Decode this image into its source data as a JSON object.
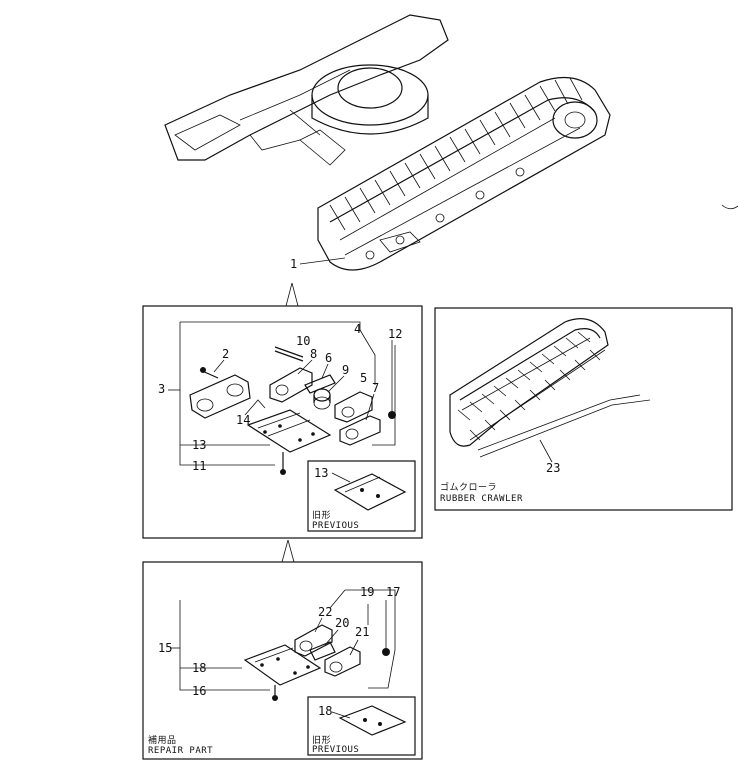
{
  "callouts": {
    "c1": "1",
    "c2": "2",
    "c3": "3",
    "c4": "4",
    "c5": "5",
    "c6": "6",
    "c7": "7",
    "c8": "8",
    "c9": "9",
    "c10": "10",
    "c11": "11",
    "c12": "12",
    "c13": "13",
    "c14": "14",
    "c13b": "13",
    "c15": "15",
    "c16": "16",
    "c17": "17",
    "c18": "18",
    "c18b": "18",
    "c19": "19",
    "c20": "20",
    "c21": "21",
    "c22": "22",
    "c23": "23"
  },
  "boxes": {
    "previous_jp": "旧形",
    "previous_en": "PREVIOUS",
    "rubber_jp": "ゴムクローラ",
    "rubber_en": "RUBBER CRAWLER",
    "previous2_jp": "旧形",
    "previous2_en": "PREVIOUS",
    "repair_jp": "補用品",
    "repair_en": "REPAIR PART"
  }
}
